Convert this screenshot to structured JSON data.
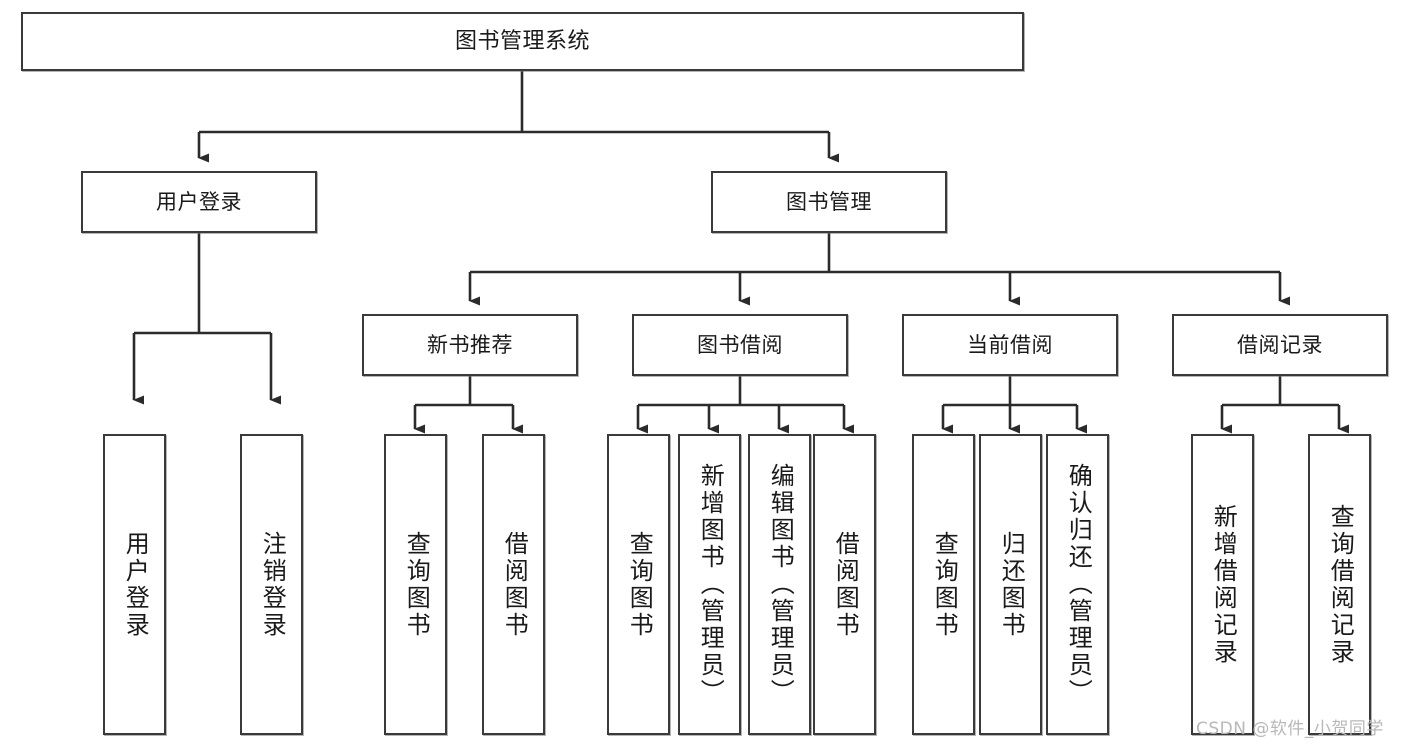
{
  "diagram": {
    "title": "图书管理系统",
    "type": "tree",
    "root": {
      "label": "图书管理系统"
    },
    "level2": [
      {
        "label": "用户登录"
      },
      {
        "label": "图书管理"
      }
    ],
    "level3": [
      {
        "label": "新书推荐"
      },
      {
        "label": "图书借阅"
      },
      {
        "label": "当前借阅"
      },
      {
        "label": "借阅记录"
      }
    ],
    "leaves": {
      "user_login": [
        {
          "label": "用户登录"
        },
        {
          "label": "注销登录"
        }
      ],
      "new_book_recommend": [
        {
          "label": "查询图书"
        },
        {
          "label": "借阅图书"
        }
      ],
      "book_borrow": [
        {
          "label": "查询图书"
        },
        {
          "label": "新增图书（管理员）"
        },
        {
          "label": "编辑图书（管理员）"
        },
        {
          "label": "借阅图书"
        }
      ],
      "current_borrow": [
        {
          "label": "查询图书"
        },
        {
          "label": "归还图书"
        },
        {
          "label": "确认归还（管理员）"
        }
      ],
      "borrow_record": [
        {
          "label": "新增借阅记录"
        },
        {
          "label": "查询借阅记录"
        }
      ]
    }
  },
  "watermark": {
    "text": "CSDN @软件_小贺同学"
  },
  "colors": {
    "border": "#3a3a3a",
    "text": "#1a1a1a",
    "background": "#ffffff",
    "watermark": "#b8b8b8"
  }
}
